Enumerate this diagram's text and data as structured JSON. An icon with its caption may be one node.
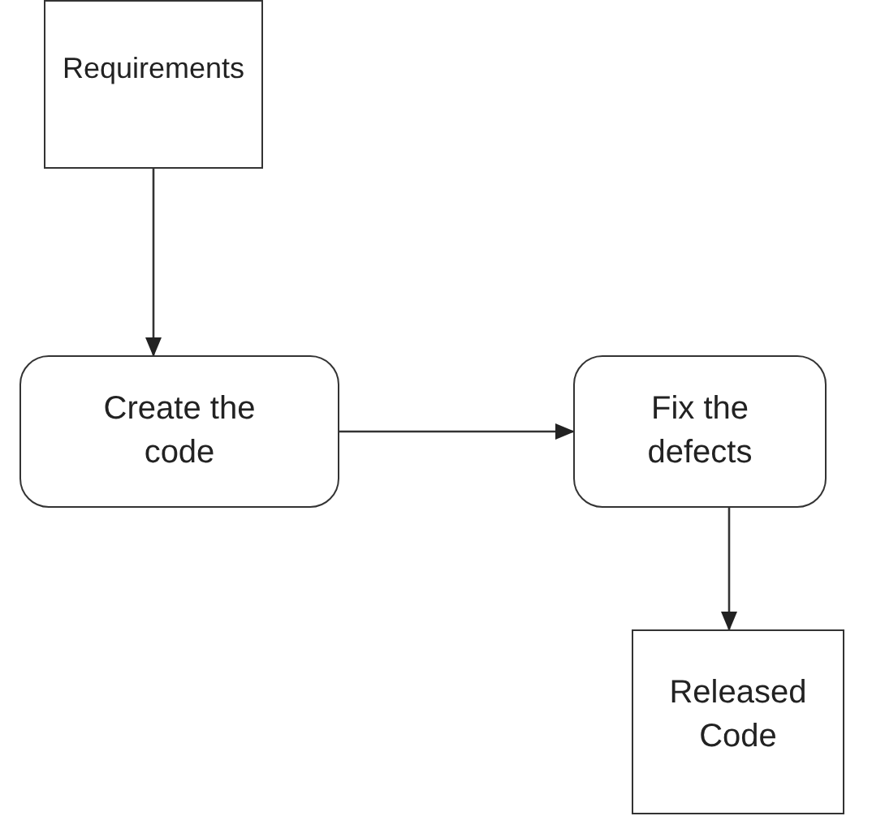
{
  "diagram": {
    "nodes": [
      {
        "text": [
          "Requirements"
        ]
      },
      {
        "text": [
          "Create the code"
        ]
      },
      {
        "text": [
          "Fix the defects"
        ]
      },
      {
        "text": [
          "Released Code"
        ]
      }
    ],
    "edges": [
      {
        "from": 0,
        "to": 1,
        "arrow": "to"
      },
      {
        "from": 1,
        "to": 2,
        "arrow": "to"
      },
      {
        "from": 2,
        "to": 3,
        "arrow": "to"
      }
    ]
  }
}
